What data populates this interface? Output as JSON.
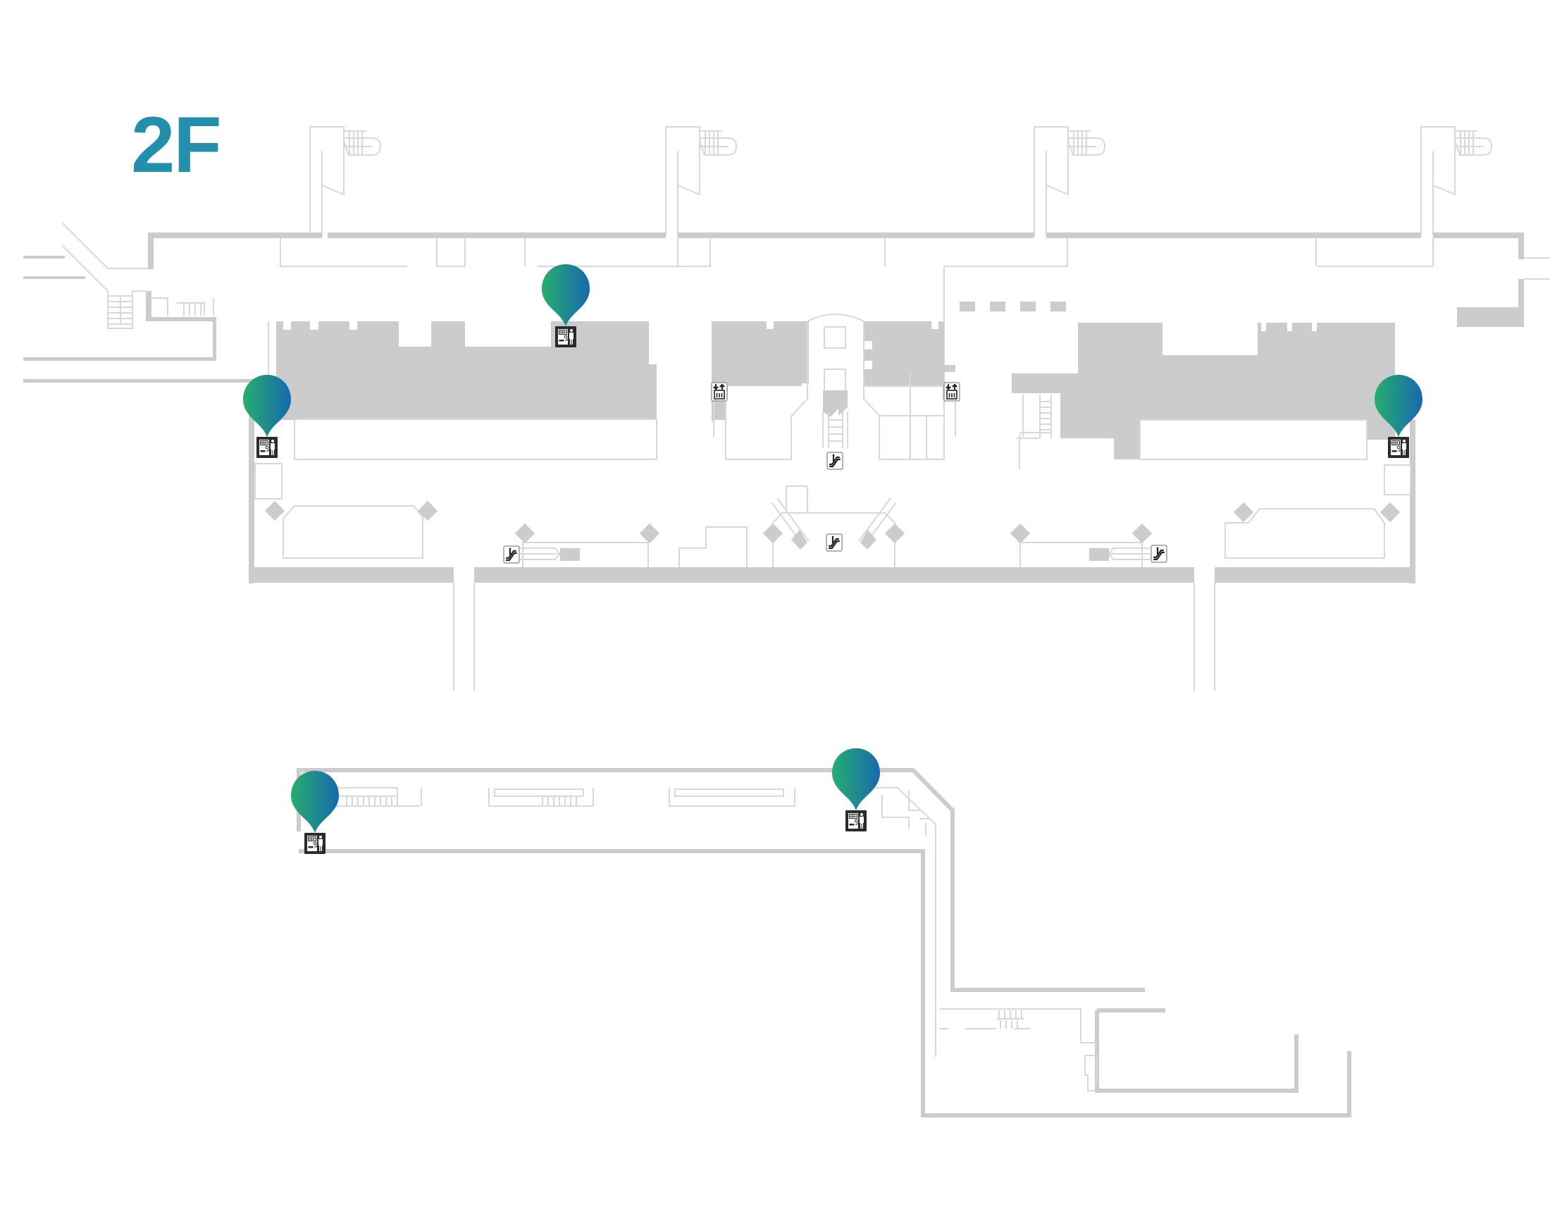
{
  "floor": {
    "label": "2F",
    "label_color": "#248fac"
  },
  "legend_colors": {
    "pin_gradient_start": "#27ae6e",
    "pin_gradient_end": "#1769ae",
    "structure_fill": "#cccccc",
    "line_color": "#d8d8d8",
    "poi_icon_background": "#2b2b2b"
  },
  "markers": [
    {
      "id": "ticket-machine-1",
      "type": "ticket-vending-machine",
      "icon": "ticket-machine-icon",
      "area": "north-left-concourse"
    },
    {
      "id": "ticket-machine-2",
      "type": "ticket-vending-machine",
      "icon": "ticket-machine-icon",
      "area": "west-hall"
    },
    {
      "id": "ticket-machine-3",
      "type": "ticket-vending-machine",
      "icon": "ticket-machine-icon",
      "area": "east-hall"
    },
    {
      "id": "ticket-machine-4",
      "type": "ticket-vending-machine",
      "icon": "ticket-machine-icon",
      "area": "south-corridor-west"
    },
    {
      "id": "ticket-machine-5",
      "type": "ticket-vending-machine",
      "icon": "ticket-machine-icon",
      "area": "south-corridor-east"
    }
  ],
  "facilities": [
    {
      "type": "elevator",
      "icon": "elevator-icon"
    },
    {
      "type": "elevator",
      "icon": "elevator-icon"
    },
    {
      "type": "escalator",
      "icon": "escalator-icon"
    },
    {
      "type": "escalator",
      "icon": "escalator-icon"
    },
    {
      "type": "escalator",
      "icon": "escalator-icon"
    },
    {
      "type": "escalator",
      "icon": "escalator-icon"
    }
  ]
}
